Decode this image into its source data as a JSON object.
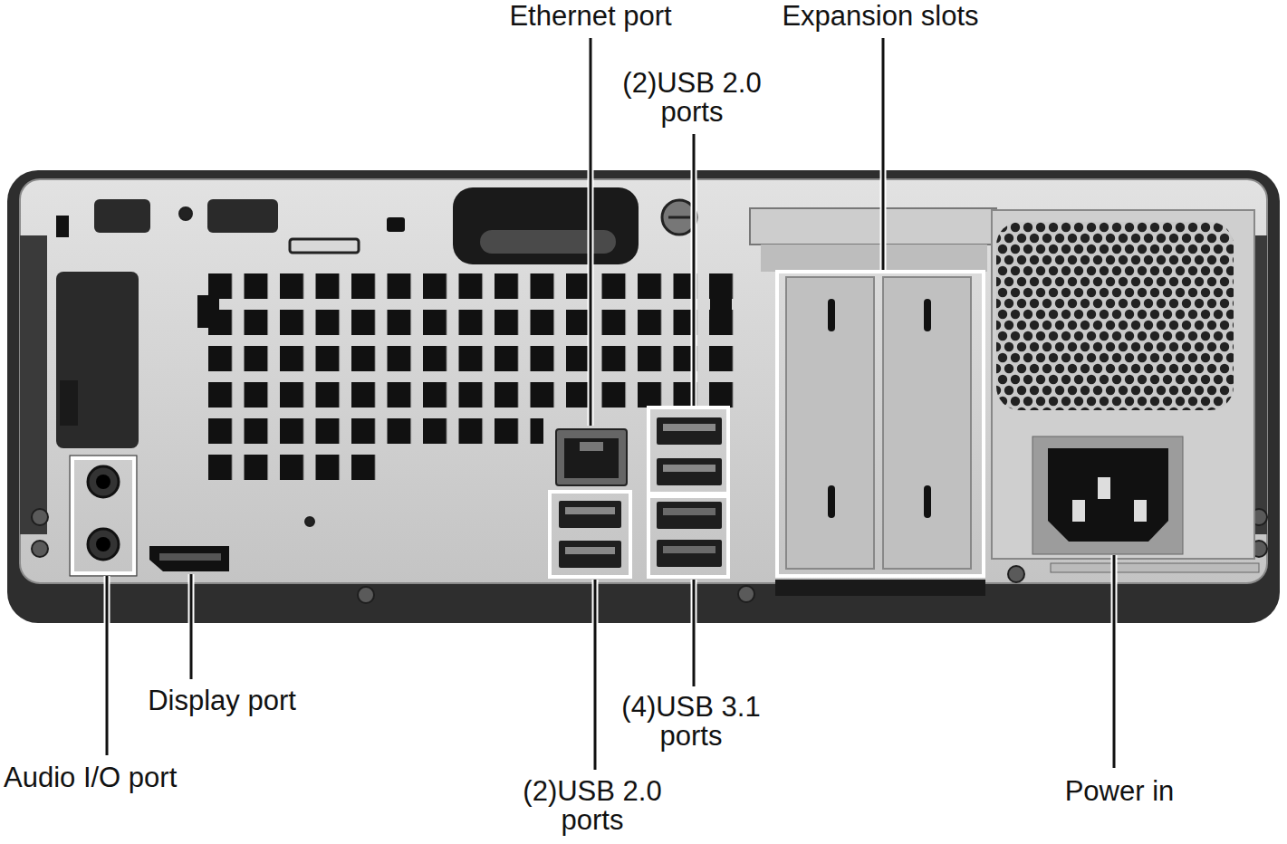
{
  "diagram": {
    "labels": [
      "Ethernet port",
      "Expansion slots",
      "(2)USB 2.0 ports",
      "Display port",
      "(4)USB 3.1 ports",
      "Audio I/O port",
      "Power in",
      "(2)USB 2.0 ports"
    ]
  }
}
